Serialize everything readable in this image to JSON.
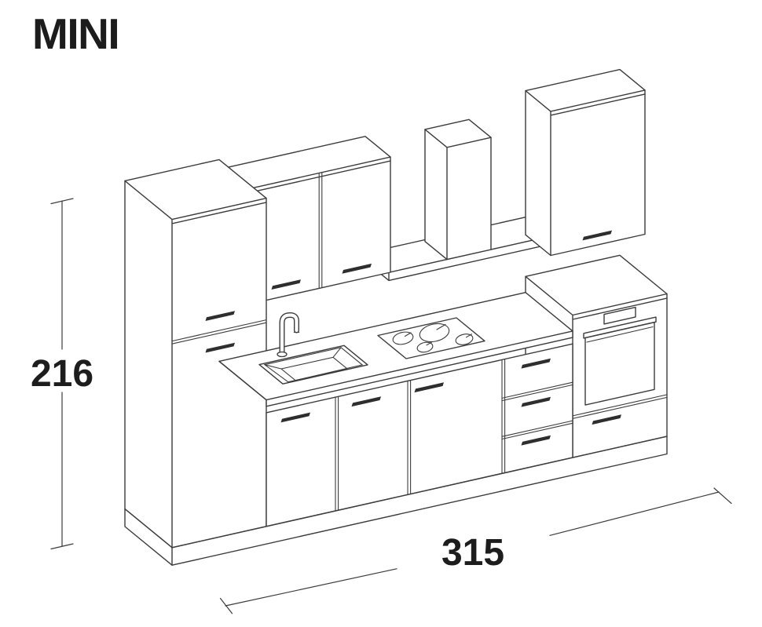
{
  "title": "MINI",
  "dimensions": {
    "height": {
      "value": "216"
    },
    "width": {
      "value": "315"
    }
  },
  "colors": {
    "background": "#ffffff",
    "line": "#3c3c3c",
    "text": "#1d1d1d"
  }
}
